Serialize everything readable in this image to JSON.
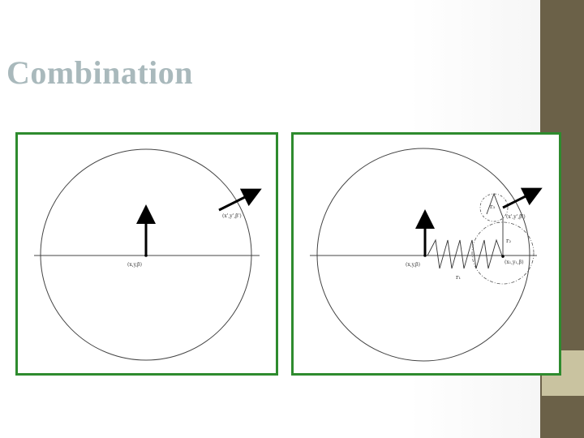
{
  "slide": {
    "title": "Combination"
  },
  "left_panel": {
    "label_origin": "(x,y,β)",
    "label_target": "(x',y',β')"
  },
  "right_panel": {
    "label_origin": "(x,y,β)",
    "label_target": "(x',y',β')",
    "label_mid": "(x₁,y₁,β)",
    "label_r1": "r₁",
    "label_r2": "r₂",
    "label_r3": "r₃"
  },
  "colors": {
    "sidebar": "#6b6148",
    "sidebar_accent": "#c9c3a0",
    "panel_border": "#2e8b2e",
    "title": "#a9b9bc"
  }
}
